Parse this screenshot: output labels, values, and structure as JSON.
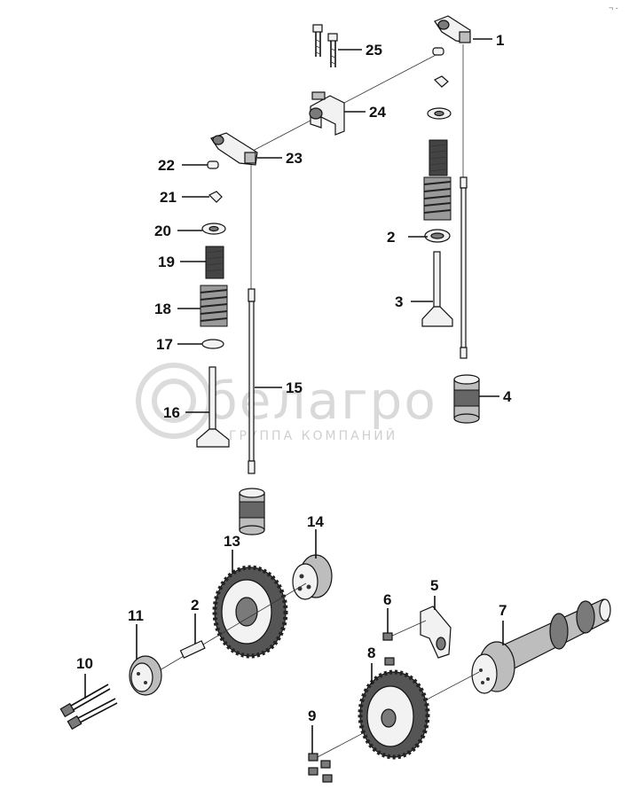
{
  "watermark": {
    "brand": "белагро",
    "tagline": "ГРУППА КОМПАНИЙ"
  },
  "corner_mark": "¬ ‐",
  "callouts": [
    "1",
    "2",
    "3",
    "4",
    "5",
    "6",
    "7",
    "8",
    "9",
    "10",
    "11",
    "2",
    "13",
    "14",
    "15",
    "16",
    "17",
    "18",
    "19",
    "20",
    "21",
    "22",
    "23",
    "24",
    "25"
  ]
}
